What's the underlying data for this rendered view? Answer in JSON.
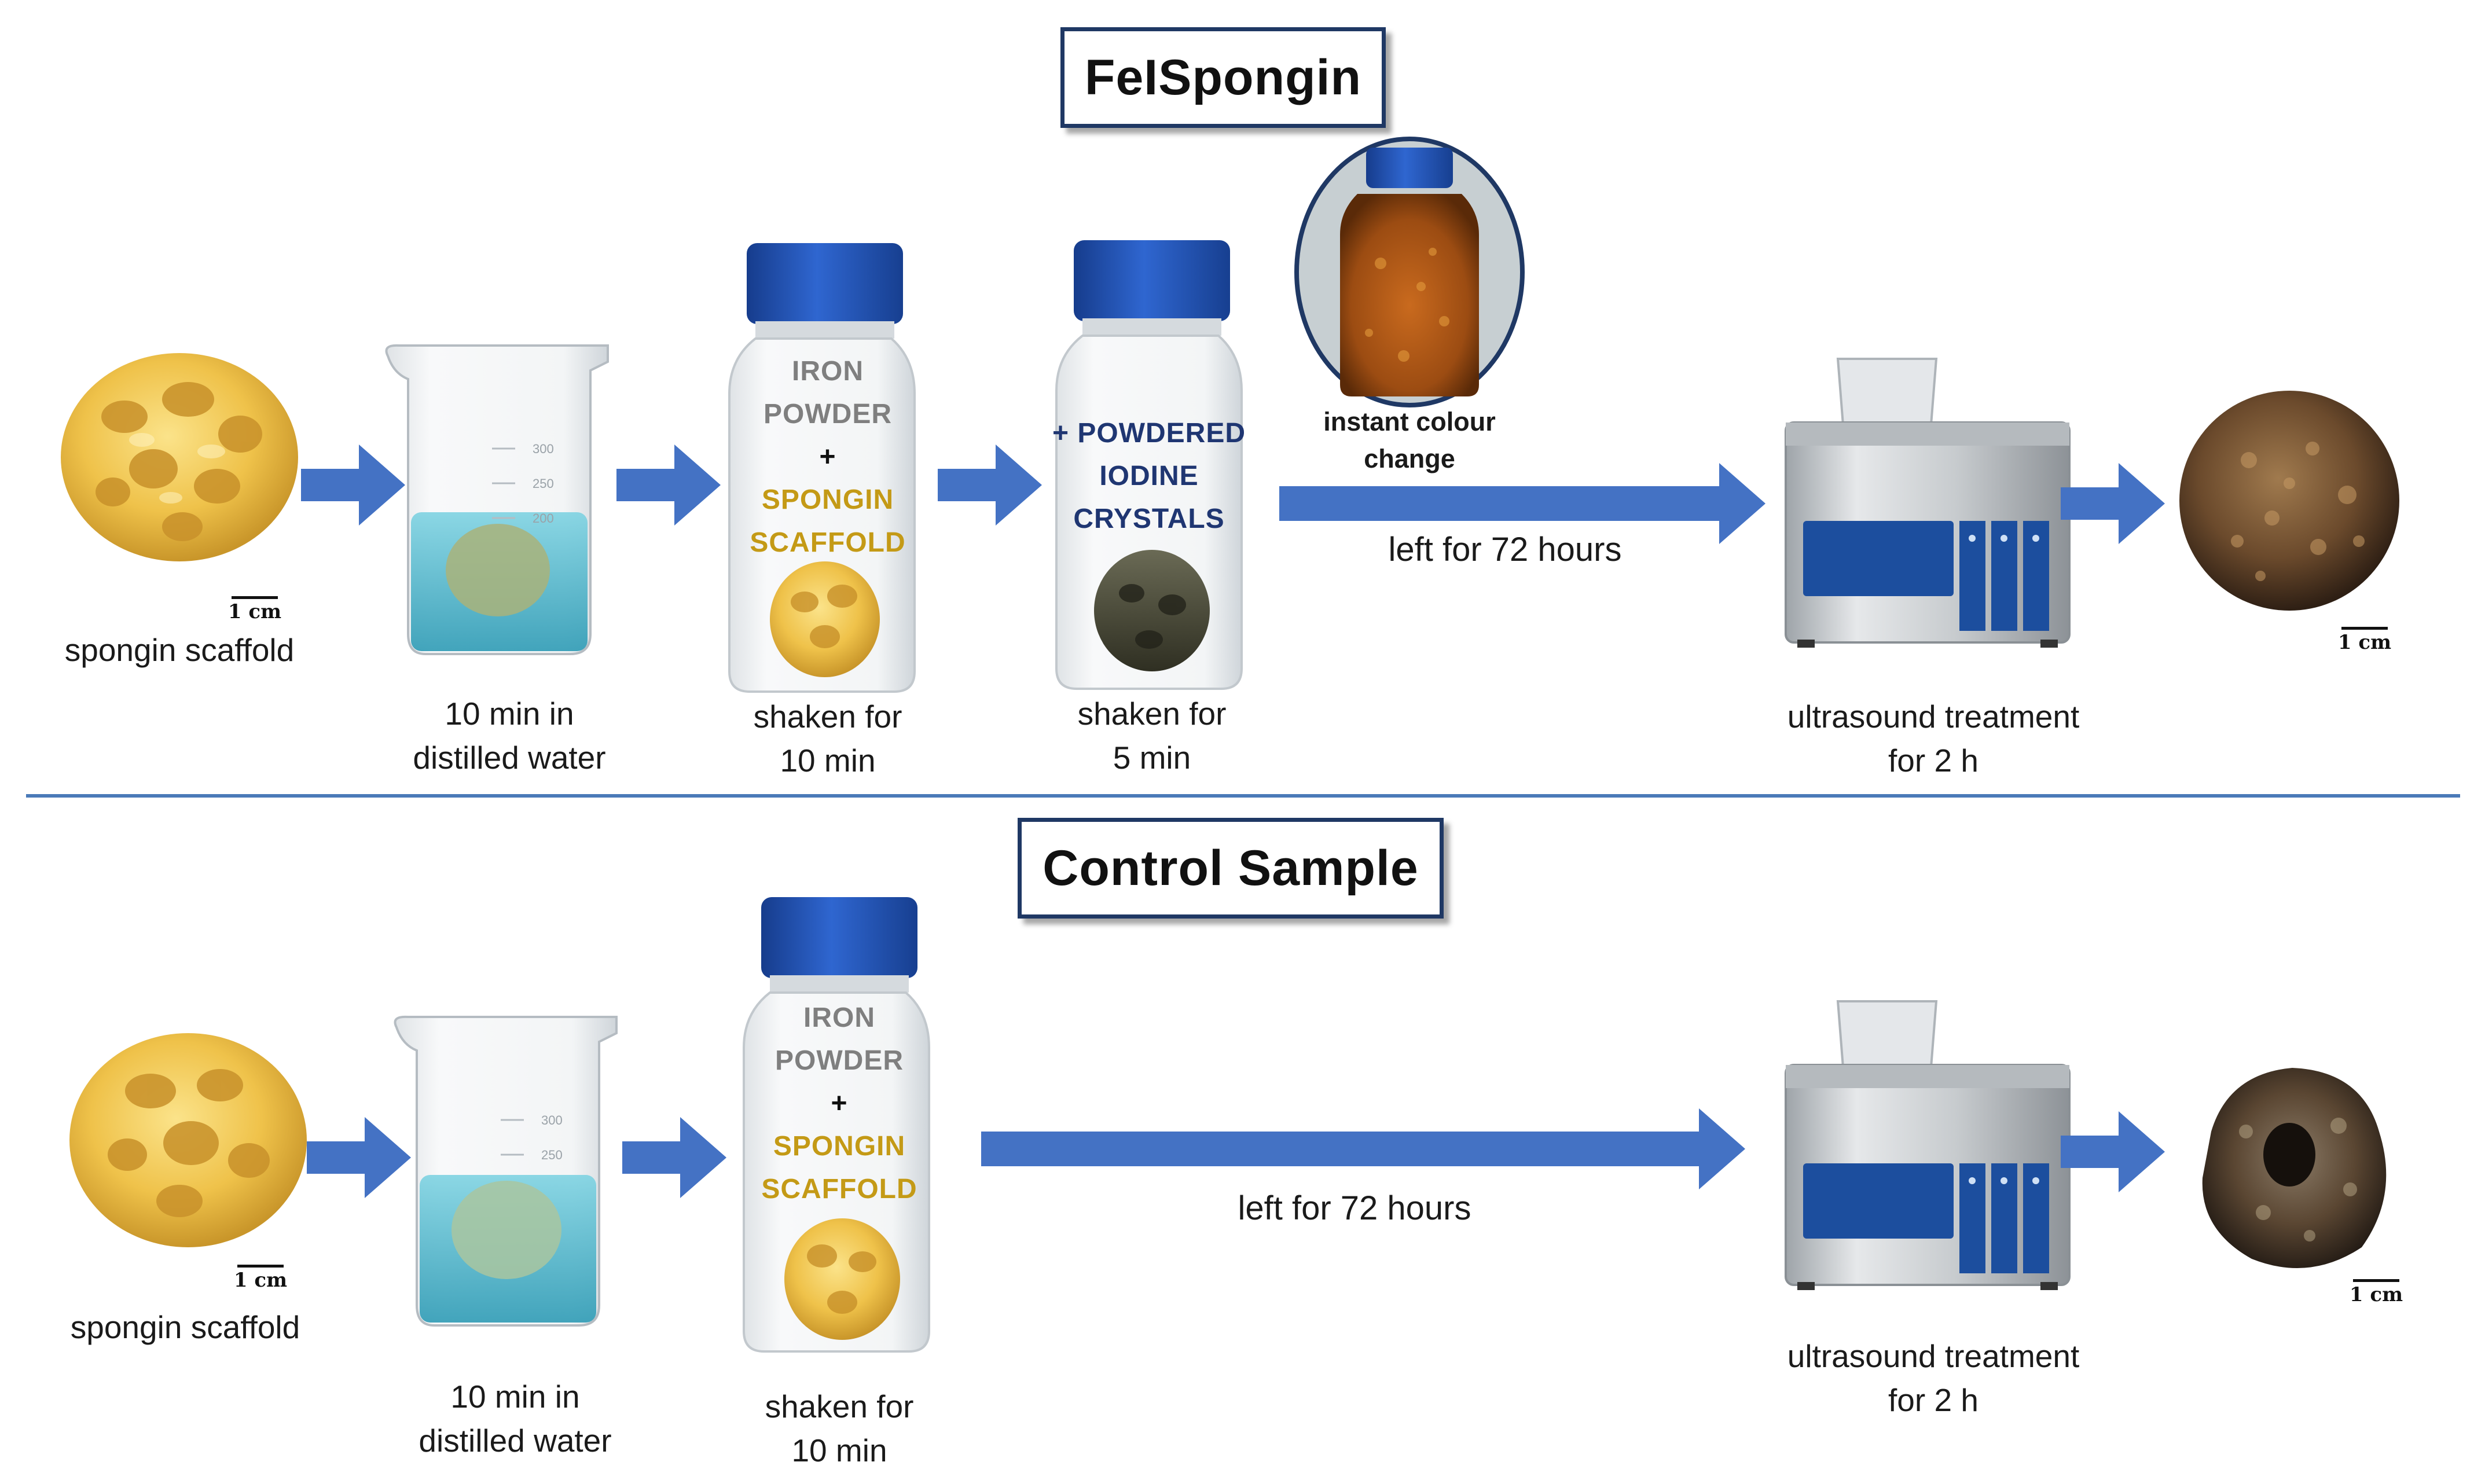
{
  "top_section": {
    "title": "FeISpongin",
    "steps": {
      "sponge_caption": "spongin scaffold",
      "beaker_caption_line1": "10 min in",
      "beaker_caption_line2": "distilled water",
      "bottle1_label": [
        "IRON",
        "POWDER",
        "+",
        "SPONGIN",
        "SCAFFOLD"
      ],
      "bottle1_caption_line1": "shaken for",
      "bottle1_caption_line2": "10 min",
      "bottle2_label": [
        "+ POWDERED",
        "IODINE",
        "CRYSTALS"
      ],
      "bottle2_caption_line1": "shaken for",
      "bottle2_caption_line2": "5 min",
      "photo_caption_line1": "instant colour",
      "photo_caption_line2": "change",
      "wait_caption": "left for 72 hours",
      "ultrasound_caption_line1": "ultrasound treatment",
      "ultrasound_caption_line2": "for 2 h"
    }
  },
  "bottom_section": {
    "title": "Control Sample",
    "steps": {
      "sponge_caption": "spongin scaffold",
      "beaker_caption_line1": "10 min in",
      "beaker_caption_line2": "distilled water",
      "bottle1_label": [
        "IRON",
        "POWDER",
        "+",
        "SPONGIN",
        "SCAFFOLD"
      ],
      "bottle1_caption_line1": "shaken for",
      "bottle1_caption_line2": "10 min",
      "wait_caption": "left for 72 hours",
      "ultrasound_caption_line1": "ultrasound treatment",
      "ultrasound_caption_line2": "for 2 h"
    }
  },
  "scale_bar_label": "1 cm",
  "beaker_marks": [
    "300",
    "250",
    "200"
  ],
  "colors": {
    "arrow": "#4472c4",
    "title_border": "#1f3864",
    "divider": "#4a7ab8",
    "label_grey": "#7f7f7f",
    "label_gold": "#c49a16",
    "label_navy": "#1f3672",
    "water": "#5bc0d6",
    "sponge_yellow": "#f2c84b",
    "cap_blue": "#2050b4"
  }
}
